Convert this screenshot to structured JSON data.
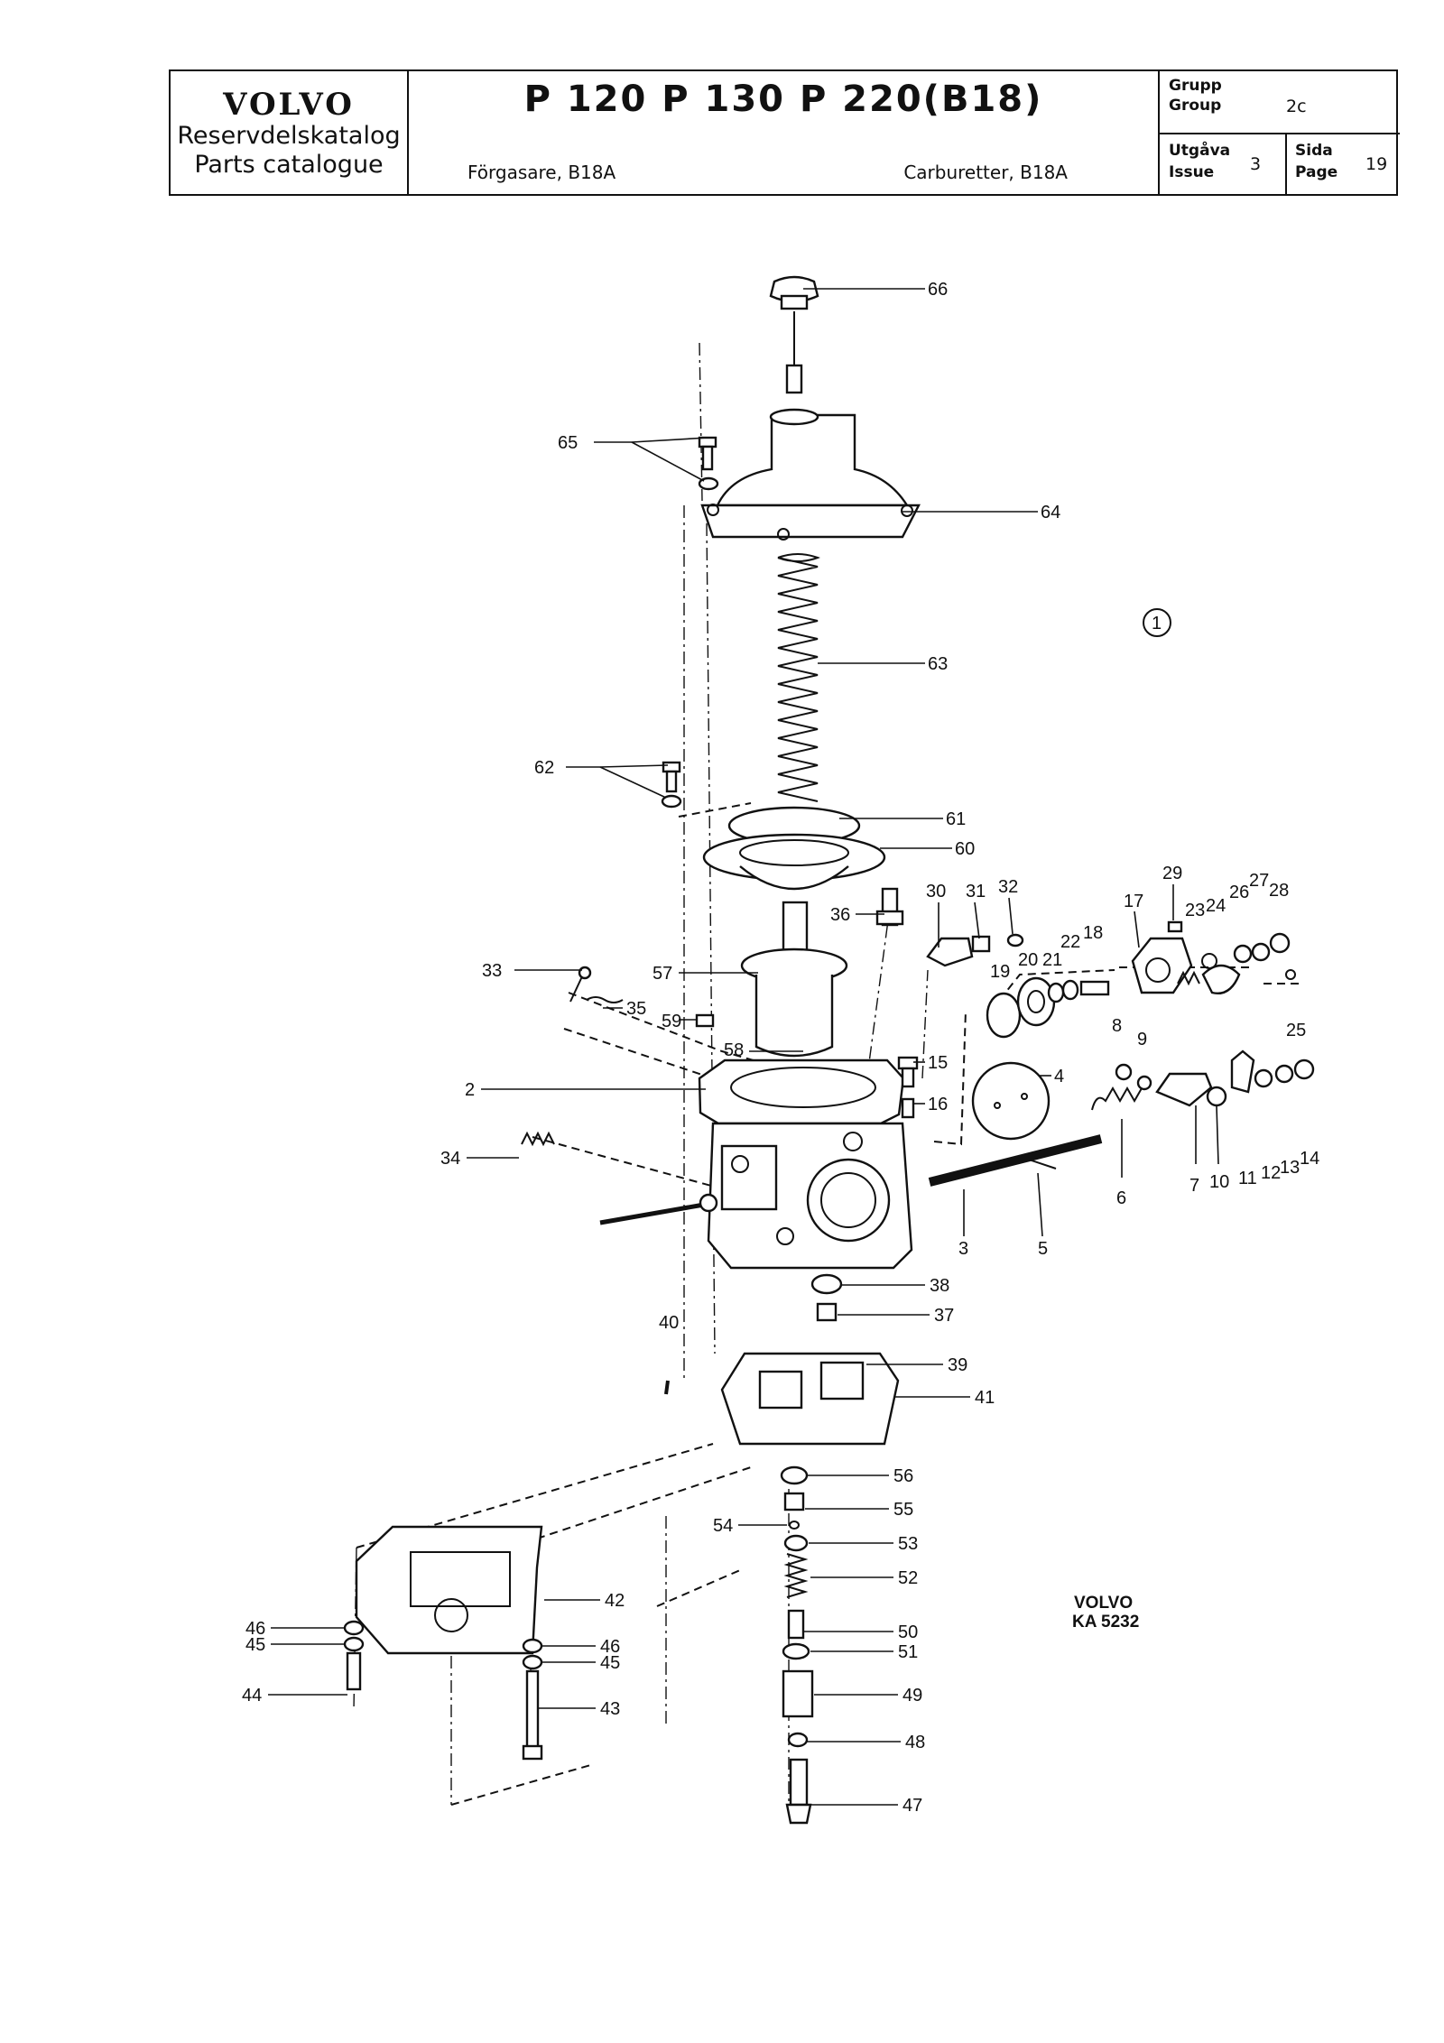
{
  "header": {
    "brand": "VOLVO",
    "catalog_sv": "Reservdelskatalog",
    "catalog_en": "Parts catalogue",
    "models": "P 120  P 130  P 220(B18)",
    "subtitle_sv": "Förgasare, B18A",
    "subtitle_en": "Carburetter, B18A",
    "group_label_sv": "Grupp",
    "group_label_en": "Group",
    "group_value": "2c",
    "issue_label_sv": "Utgåva",
    "issue_label_en": "Issue",
    "issue_value": "3",
    "page_label_sv": "Sida",
    "page_label_en": "Page",
    "page_value": "19"
  },
  "diagram": {
    "circled_marker": "1",
    "stamp_brand": "VOLVO",
    "stamp_code": "KA 5232",
    "callouts": [
      "66",
      "65",
      "64",
      "63",
      "62",
      "61",
      "60",
      "36",
      "30",
      "31",
      "32",
      "29",
      "17",
      "23",
      "24",
      "26",
      "27",
      "28",
      "33",
      "35",
      "57",
      "59",
      "19",
      "20",
      "21",
      "22",
      "18",
      "25",
      "58",
      "15",
      "16",
      "8",
      "9",
      "4",
      "2",
      "34",
      "6",
      "7",
      "10",
      "11",
      "12",
      "13",
      "14",
      "3",
      "5",
      "38",
      "37",
      "40",
      "39",
      "41",
      "56",
      "55",
      "54",
      "53",
      "52",
      "42",
      "50",
      "51",
      "46",
      "45",
      "44",
      "49",
      "48",
      "43",
      "47"
    ]
  }
}
